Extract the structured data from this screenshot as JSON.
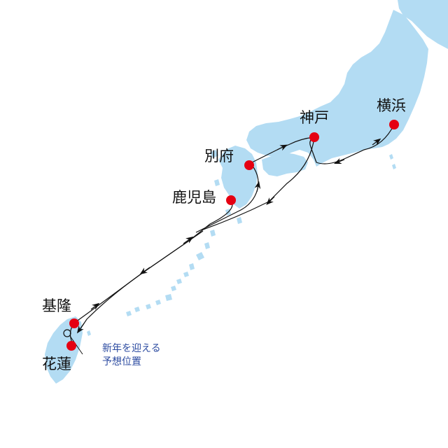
{
  "colors": {
    "land": "#b3dcf3",
    "route": "#111111",
    "port": "#e50012",
    "note_text": "#2b4aa0"
  },
  "ports": [
    {
      "id": "yokohama",
      "label": "横浜"
    },
    {
      "id": "kobe",
      "label": "神戸"
    },
    {
      "id": "beppu",
      "label": "別府"
    },
    {
      "id": "kagoshima",
      "label": "鹿児島"
    },
    {
      "id": "keelung",
      "label": "基隆"
    },
    {
      "id": "hualien",
      "label": "花蓮"
    }
  ],
  "annotation": {
    "line1": "新年を迎える",
    "line2": "予想位置"
  }
}
